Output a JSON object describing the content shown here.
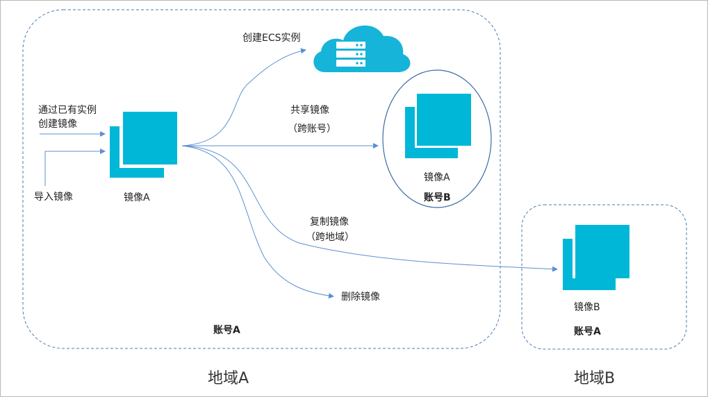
{
  "colors": {
    "image_fill": "#00b7d8",
    "arrow": "#5b8fcf",
    "dashed_border": "#4a7ab5",
    "cloud": "#16b4d8"
  },
  "source": {
    "from_instance_line1": "通过已有实例",
    "from_instance_line2": "创建镜像",
    "import": "导入镜像",
    "image_label": "镜像A"
  },
  "actions": {
    "create_ecs": "创建ECS实例",
    "share_line1": "共享镜像",
    "share_line2": "（跨账号）",
    "copy_line1": "复制镜像",
    "copy_line2": "（跨地域）",
    "delete": "删除镜像"
  },
  "account_b": {
    "image_label": "镜像A",
    "name": "账号B"
  },
  "region_a": {
    "account": "账号A",
    "name": "地域A"
  },
  "region_b": {
    "image_label": "镜像B",
    "account": "账号A",
    "name": "地域B"
  },
  "icons": [
    "image-stack-icon",
    "cloud-server-icon"
  ]
}
